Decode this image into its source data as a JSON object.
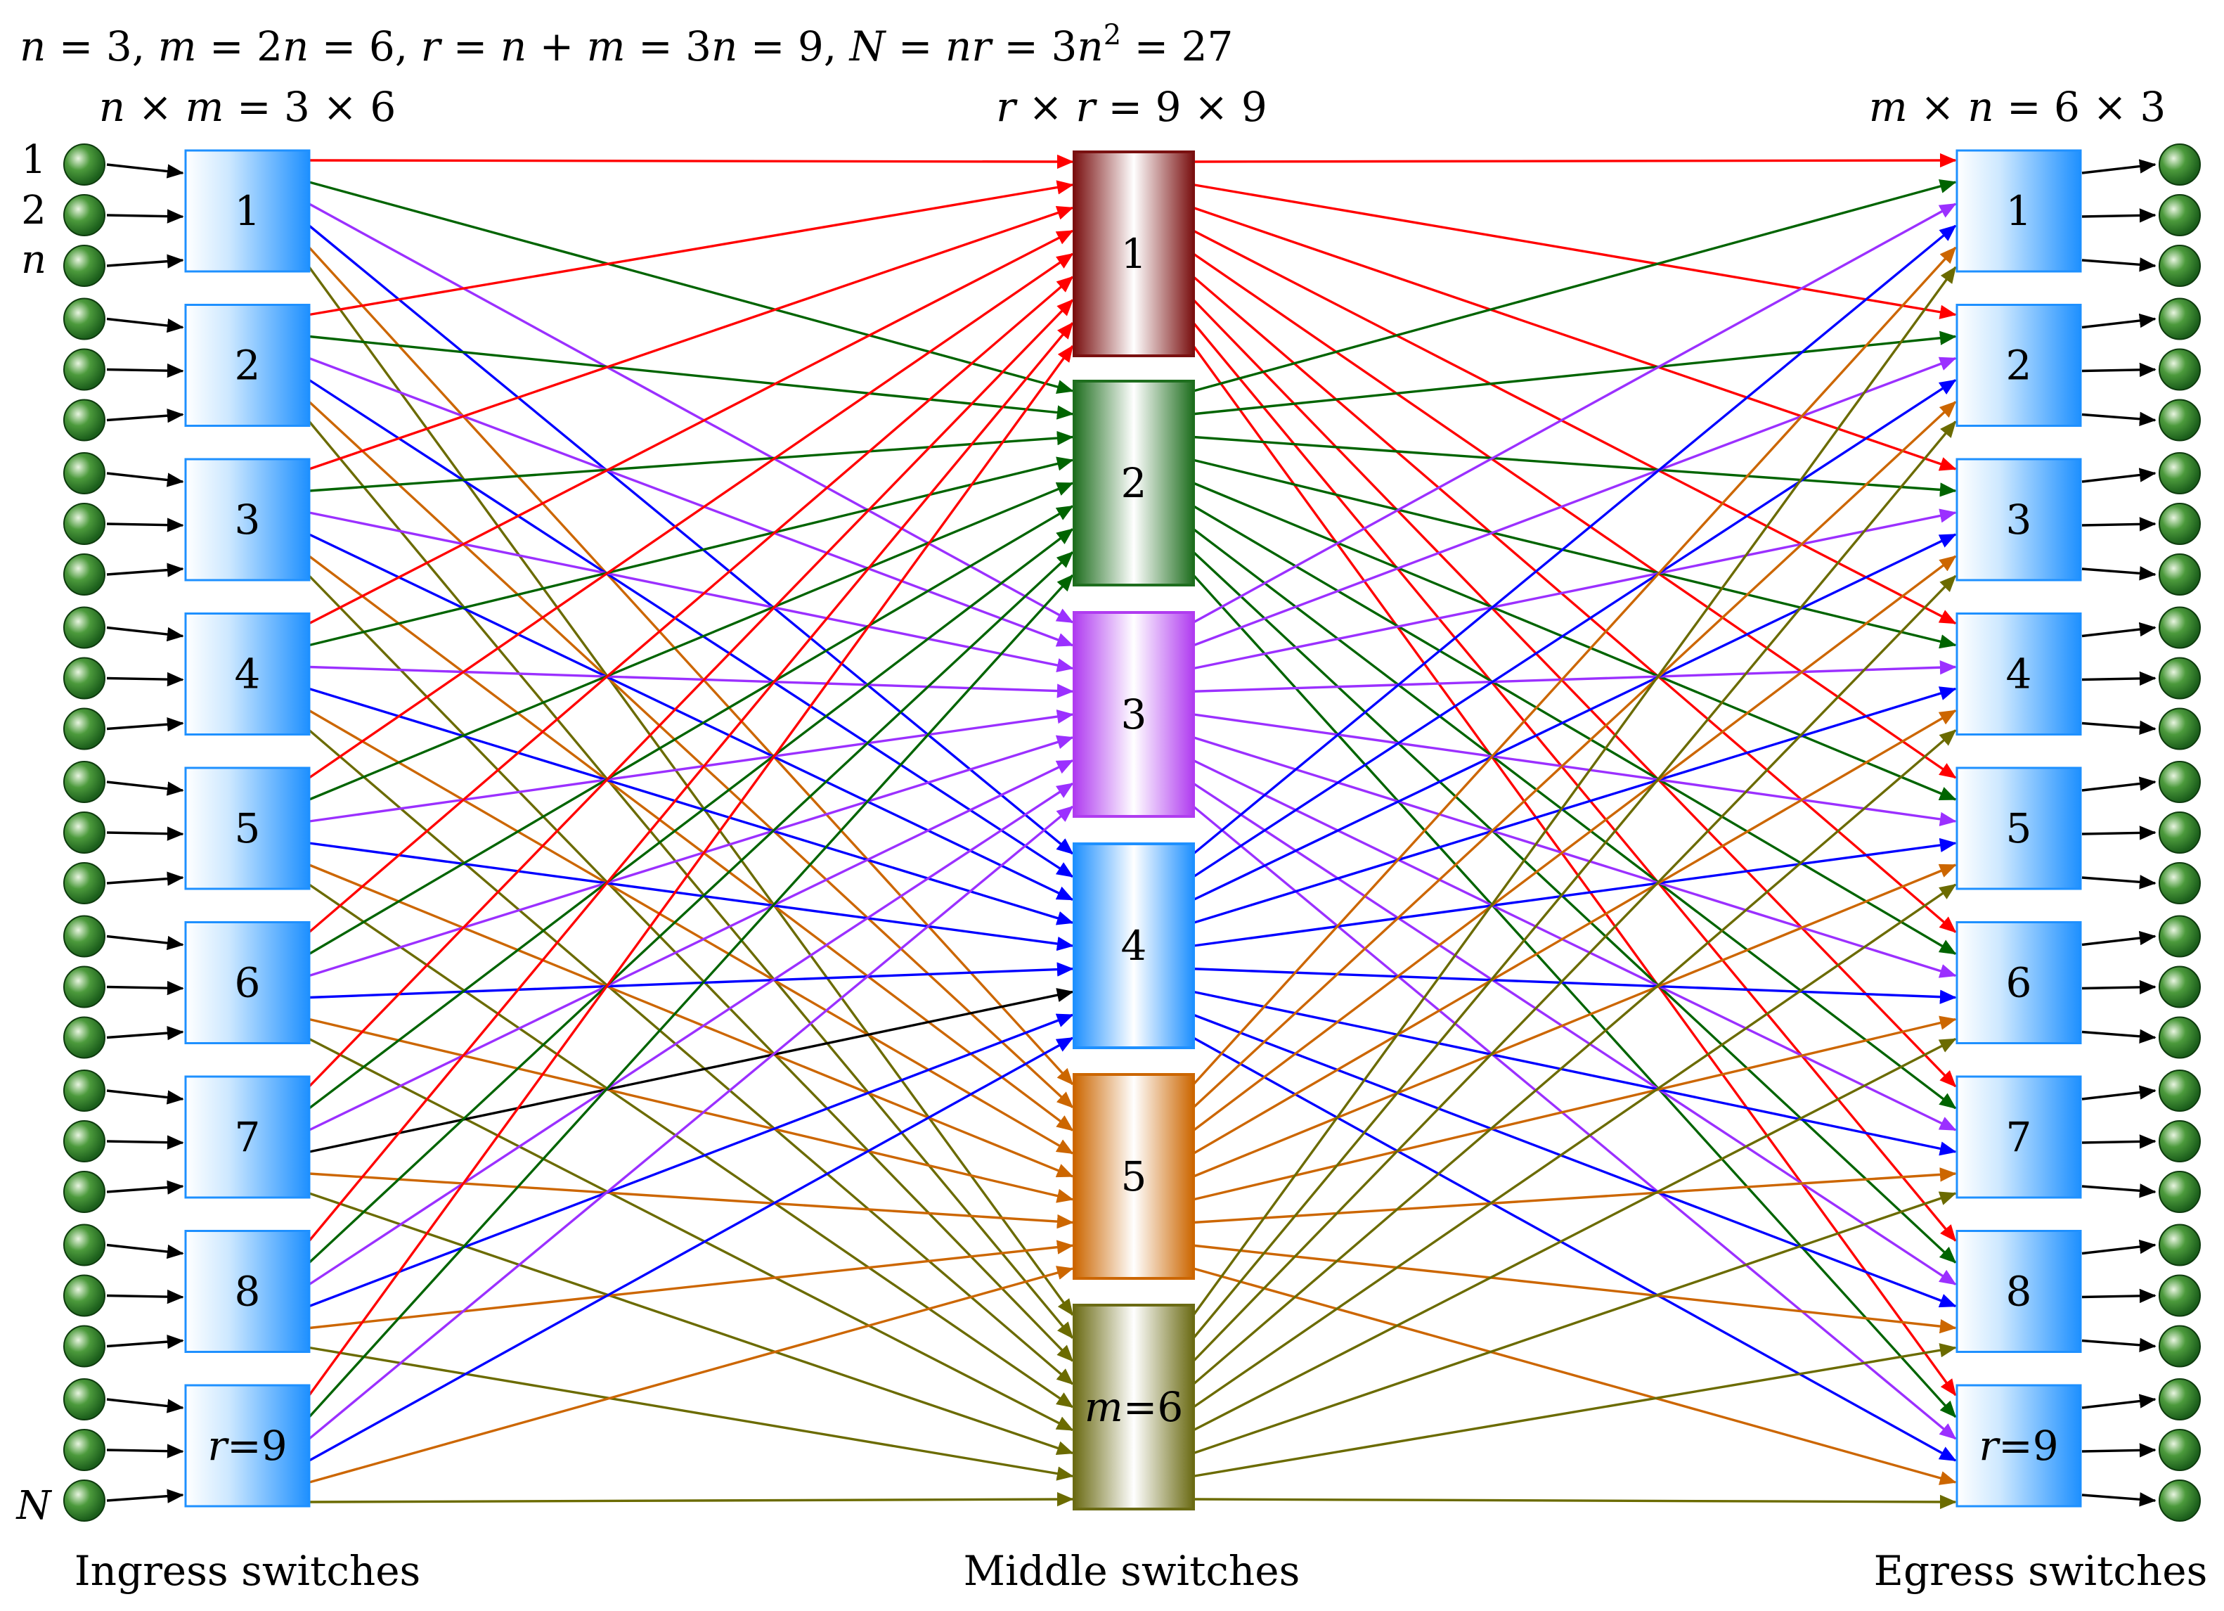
{
  "header": {
    "formula": {
      "parts": [
        {
          "t": "n",
          "i": true
        },
        {
          "t": " = 3,  "
        },
        {
          "t": "m",
          "i": true
        },
        {
          "t": " = 2"
        },
        {
          "t": "n",
          "i": true
        },
        {
          "t": " = 6,  "
        },
        {
          "t": "r",
          "i": true
        },
        {
          "t": " = "
        },
        {
          "t": "n",
          "i": true
        },
        {
          "t": " + "
        },
        {
          "t": "m",
          "i": true
        },
        {
          "t": " = 3"
        },
        {
          "t": "n",
          "i": true
        },
        {
          "t": " = 9,  "
        },
        {
          "t": "N",
          "i": true
        },
        {
          "t": " = "
        },
        {
          "t": "nr",
          "i": true
        },
        {
          "t": " = 3"
        },
        {
          "t": "n",
          "i": true
        },
        {
          "t": "2",
          "sup": true
        },
        {
          "t": " = 27"
        }
      ]
    }
  },
  "columns": {
    "ingress": {
      "dims": [
        {
          "t": "n",
          "i": true
        },
        {
          "t": " × "
        },
        {
          "t": "m",
          "i": true
        },
        {
          "t": " = 3 × 6"
        }
      ],
      "caption": "Ingress switches",
      "labels": [
        "1",
        "2",
        "3",
        "4",
        "5",
        "6",
        "7",
        "8",
        "r=9"
      ]
    },
    "middle": {
      "dims": [
        {
          "t": "r",
          "i": true
        },
        {
          "t": " × "
        },
        {
          "t": "r",
          "i": true
        },
        {
          "t": " = 9 × 9"
        }
      ],
      "caption": "Middle switches",
      "labels": [
        "1",
        "2",
        "3",
        "4",
        "5",
        "m=6"
      ]
    },
    "egress": {
      "dims": [
        {
          "t": "m",
          "i": true
        },
        {
          "t": " × "
        },
        {
          "t": "n",
          "i": true
        },
        {
          "t": " = 6 × 3"
        }
      ],
      "caption": "Egress switches",
      "labels": [
        "1",
        "2",
        "3",
        "4",
        "5",
        "6",
        "7",
        "8",
        "r=9"
      ]
    }
  },
  "input_labels": {
    "first": "1",
    "second": "2",
    "third": "n",
    "last": "N"
  },
  "colors": {
    "link_colors": [
      "#ff0000",
      "#006400",
      "#9b30ff",
      "#0000ff",
      "#cc6600",
      "#6b6b00"
    ],
    "middle_fills": [
      "#7a1010",
      "#1e6e1e",
      "#b03cf0",
      "#1e90ff",
      "#cc6600",
      "#6b6b14"
    ],
    "switch_blue": "#1e90ff",
    "node_green": "#1b5e1b",
    "highlight_link": "#000000"
  },
  "highlight_path": {
    "from_ingress": 7,
    "to_middle": 4
  }
}
